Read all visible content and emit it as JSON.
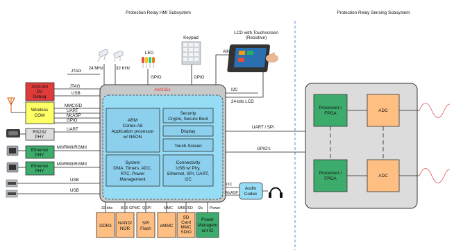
{
  "titles": {
    "hmi": "Protection Relay HMI Subsystem",
    "sensing": "Protection Relay Sensing Subsystem"
  },
  "soc": {
    "name": "AM335x",
    "arm": [
      "ARM",
      "Cortex-A8",
      "Application processor",
      "w/ NEON"
    ],
    "security": [
      "Security",
      "Crypto, Secure Boot"
    ],
    "display": "Display",
    "touch": "Touch-Screen",
    "system": [
      "System",
      "DMA, Timers, ADC,",
      "RTC, Power",
      "Management"
    ],
    "connectivity": [
      "Connectivity",
      "USB w/ Phy,",
      "Ethernet, SPI, UART,",
      "I2C"
    ]
  },
  "top": {
    "freq24": "24 MHz",
    "freq32": "32 KHz",
    "led": "LED",
    "gpio_led": "GPIO",
    "keypad": "Keypad",
    "gpio_keypad": "GPIO",
    "lcd": [
      "LCD with Touchscreen",
      "(Resistive)"
    ],
    "ain": "AIN",
    "i2c": "I2C",
    "lcd24": "24-bits LCD"
  },
  "left": {
    "jtag_top": "JTAG",
    "jtag": "JTAG",
    "usb1": "USB",
    "xds": [
      "XDS100",
      "DV",
      "Debug"
    ],
    "wireless": [
      "Wireless",
      "COM"
    ],
    "mmc": "MMC/SD",
    "uart1": "UART",
    "mcasp": "McASP",
    "gpio": "GPIO",
    "rs232": [
      "RS232",
      "PHY"
    ],
    "uart2": "UART",
    "eth1": [
      "Ethernet",
      "PHY"
    ],
    "eth2": [
      "Ethernet",
      "PHY"
    ],
    "mii1": "MII/RMII/RGMII",
    "mii2": "MII/RMII/RGMII",
    "usb2": "USB",
    "usb3": "USB"
  },
  "right_links": {
    "uart_spi": "UART / SPI",
    "gpios": "GPIO's",
    "i2c": "I2C",
    "mcasp": "McASP",
    "audio": [
      "Audio",
      "Codec"
    ]
  },
  "bottom": {
    "bus": [
      "32-bits",
      "8/16 GPMC",
      "QSPI",
      "MMC",
      "MMC/SD",
      "I2c",
      "Power"
    ],
    "ddr3": "DDR3",
    "nand": [
      "NAND/",
      "NOR"
    ],
    "spi": [
      "SPI",
      "Flash"
    ],
    "emmc": "eMMC",
    "sdcard": [
      "SD",
      "Card",
      "MMC",
      "SDIO"
    ],
    "pmic": [
      "Power",
      "Managem",
      "ent IC"
    ]
  },
  "sensing": {
    "proc1": [
      "Processor /",
      "FPGA"
    ],
    "adc1": "ADC",
    "proc2": [
      "Processor /",
      "FPGA"
    ],
    "adc2": "ADC"
  },
  "colors": {
    "soc_gray": "#c9c9c9",
    "soc_blue": "#96dcf5",
    "inner_blue": "#8cd0ee",
    "green": "#3dab6b",
    "red": "#e03b3b",
    "yellow": "#ffff66",
    "orange": "#ffbe82",
    "sensing_gray": "#dcdcdc",
    "divider": "#4a90d9"
  }
}
